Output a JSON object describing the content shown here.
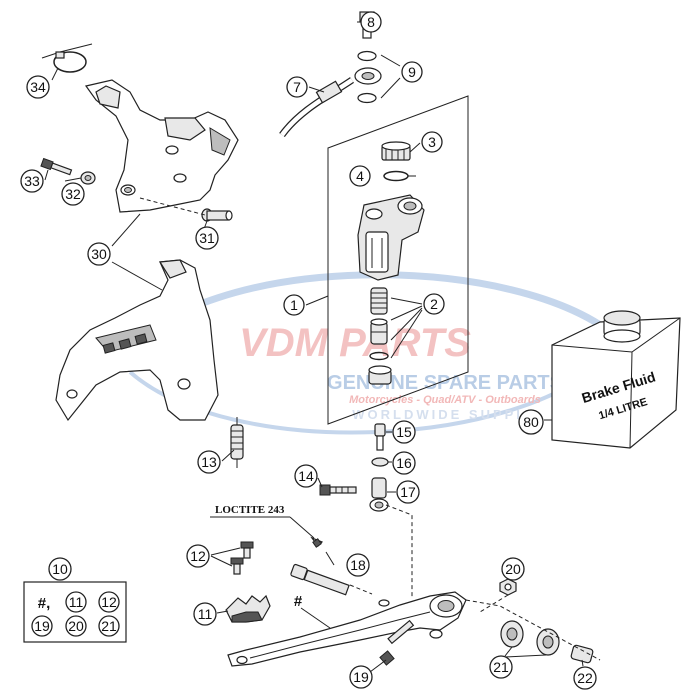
{
  "watermark": {
    "brand": "VDM PARTS",
    "tagline": "GENUINE SPARE PARTS",
    "categories": "Motorcycles - Quad/ATV - Outboards",
    "shipping": "WORLDWIDE SUPPLY",
    "colors": {
      "brand": "#f2b8b8",
      "tagline": "#b9cde6",
      "swoosh": "#c5d6ec"
    }
  },
  "callouts": {
    "c1": "1",
    "c2": "2",
    "c3": "3",
    "c4": "4",
    "c7": "7",
    "c8": "8",
    "c9": "9",
    "c10": "10",
    "c11": "11",
    "c12": "12",
    "c13": "13",
    "c14": "14",
    "c15": "15",
    "c16": "16",
    "c17": "17",
    "c18": "18",
    "c19": "19",
    "c20": "20",
    "c21": "21",
    "c22": "22",
    "c30": "30",
    "c31": "31",
    "c32": "32",
    "c33": "33",
    "c34": "34",
    "c80": "80"
  },
  "kit": {
    "hash_label": "#,",
    "items": [
      "11",
      "12",
      "19",
      "20",
      "21"
    ]
  },
  "pedal_hash": "#",
  "loctite": "LOCTITE 243",
  "brake_fluid": {
    "title": "Brake Fluid",
    "volume": "1/4 LITRE"
  }
}
